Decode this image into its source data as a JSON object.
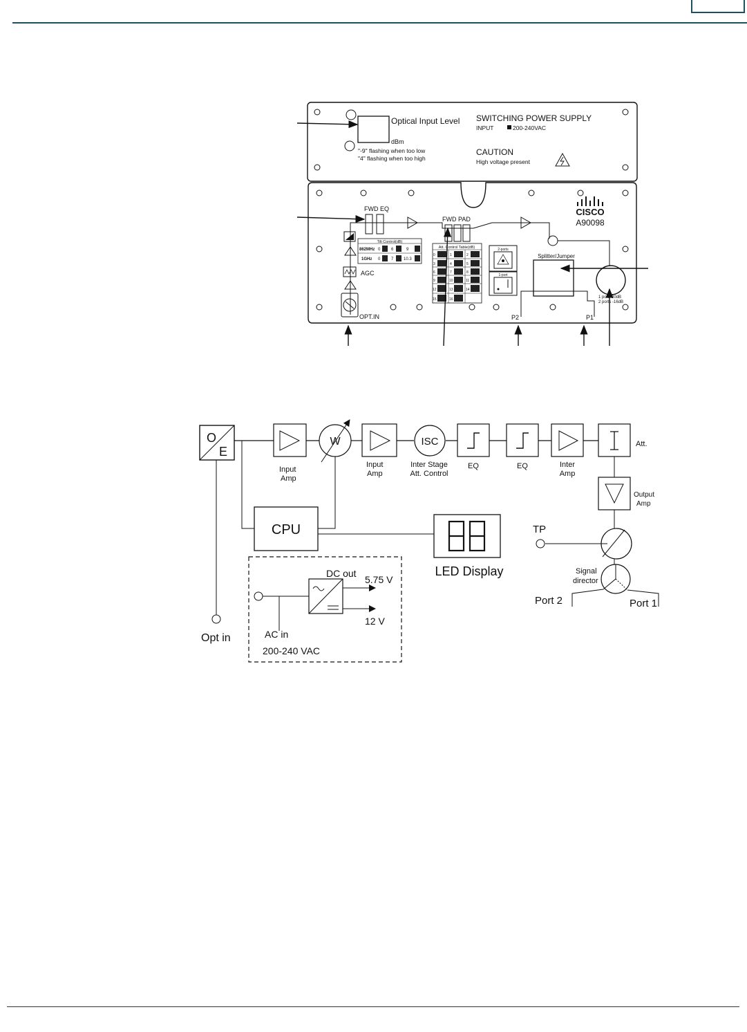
{
  "panel": {
    "optical_input_level": "Optical Input Level",
    "dbm_unit": "dBm",
    "flash_low": "\"-9\" flashing when too low",
    "flash_high": "\"4\"  flashing when too high",
    "psu_title": "SWITCHING POWER SUPPLY",
    "psu_input_label": "INPUT",
    "psu_input_value": "200-240VAC",
    "caution_title": "CAUTION",
    "caution_text": "High voltage present",
    "fwd_eq": "FWD EQ",
    "fwd_pad": "FWD PAD",
    "agc": "AGC",
    "opt_in": "OPT.IN",
    "tilt_title": "Tilt Control(dB)",
    "tilt_862": "862MHz",
    "tilt_1g": "1GHz",
    "tilt_vals": [
      "0",
      "6",
      "9",
      "0",
      "7",
      "10.3"
    ],
    "att_title": "Att. Control Table(dB)",
    "att_nums": [
      "0",
      "1",
      "2",
      "3",
      "4",
      "5",
      "6",
      "7",
      "8",
      "9",
      "10",
      "11",
      "12",
      "13",
      "14",
      "15",
      "16"
    ],
    "two_ports": "2-ports",
    "one_port": "1-port",
    "splitter": "Splitter/Jumper",
    "one_port_val": "1 port  -20dB",
    "two_ports_val": "2 ports  -16dB",
    "p1": "P1",
    "p2": "P2",
    "brand": "CISCO",
    "model": "A90098"
  },
  "block_diagram": {
    "oe_o": "O",
    "oe_e": "E",
    "input_amp1": [
      "Input",
      "Amp"
    ],
    "w_label": "W",
    "input_amp2": [
      "Input",
      "Amp"
    ],
    "isc": "ISC",
    "isc_caption": [
      "Inter Stage",
      "Att. Control"
    ],
    "eq1": "EQ",
    "eq2": "EQ",
    "inter_amp": [
      "Inter",
      "Amp"
    ],
    "att": "Att.",
    "output_amp": [
      "Output",
      "Amp"
    ],
    "cpu": "CPU",
    "led_display": "LED Display",
    "tp": "TP",
    "signal_director": [
      "Signal",
      "director"
    ],
    "port2": "Port 2",
    "port1": "Port 1",
    "opt_in": "Opt in",
    "dc_out": "DC out",
    "v575": "5.75 V",
    "v12": "12 V",
    "ac_in": "AC in",
    "ac_range": "200-240 VAC"
  }
}
